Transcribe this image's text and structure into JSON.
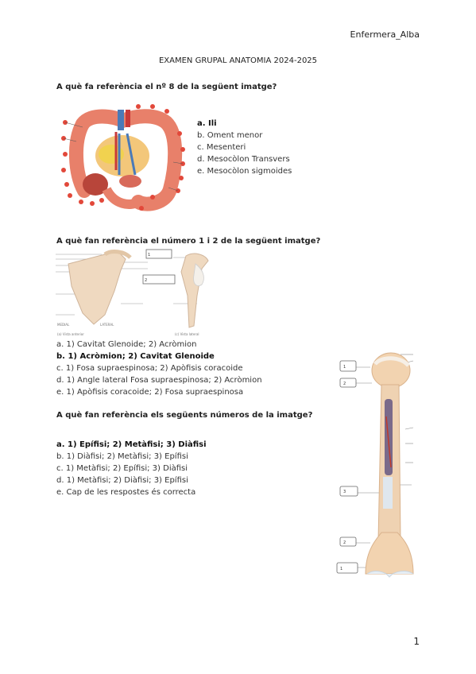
{
  "header": {
    "author": "Enfermera_Alba"
  },
  "document": {
    "title": "EXAMEN GRUPAL ANATOMIA 2024-2025"
  },
  "questions": [
    {
      "prompt": "A què fa referència el nº 8 de la següent imatge?",
      "options": [
        {
          "text": "a. Ili",
          "correct": true
        },
        {
          "text": "b. Oment menor",
          "correct": false
        },
        {
          "text": "c. Mesenteri",
          "correct": false
        },
        {
          "text": "d. Mesocòlon Transvers",
          "correct": false
        },
        {
          "text": "e. Mesocòlon sigmoides",
          "correct": false
        }
      ]
    },
    {
      "prompt": "A què fan referència el número 1 i 2 de la següent imatge?",
      "figure_labels": {
        "left_caption": "(a) Vista anterior",
        "right_caption": "(c) Vista lateral",
        "medial": "MEDIAL",
        "lateral": "LATERAL",
        "box1": "1",
        "box2": "2"
      },
      "options": [
        {
          "text": "a. 1) Cavitat Glenoide; 2) Acròmion",
          "correct": false
        },
        {
          "text": "b. 1) Acròmion; 2) Cavitat Glenoide",
          "correct": true
        },
        {
          "text": "c. 1) Fosa supraespinosa; 2) Apòfisis coracoide",
          "correct": false
        },
        {
          "text": "d. 1) Angle lateral Fosa supraespinosa; 2) Acròmion",
          "correct": false
        },
        {
          "text": "e. 1) Apòfisis coracoide; 2) Fosa supraespinosa",
          "correct": false
        }
      ]
    },
    {
      "prompt": "A què fan referència els següents números de la imatge?",
      "figure_labels": {
        "b1": "1",
        "b2": "2",
        "b3": "3",
        "b4": "2",
        "b5": "1"
      },
      "options": [
        {
          "text": "a. 1) Epífisi; 2) Metàfisi; 3) Diàfisi",
          "correct": true
        },
        {
          "text": "b. 1) Diàfisi; 2) Metàfisi; 3) Epífisi",
          "correct": false
        },
        {
          "text": "c. 1) Metàfisi; 2) Epífisi; 3) Diàfisi",
          "correct": false
        },
        {
          "text": "d. 1) Metàfisi; 2) Diàfisi; 3) Epífisi",
          "correct": false
        },
        {
          "text": "e. Cap de les respostes és correcta",
          "correct": false
        }
      ]
    }
  ],
  "page_number": "1"
}
